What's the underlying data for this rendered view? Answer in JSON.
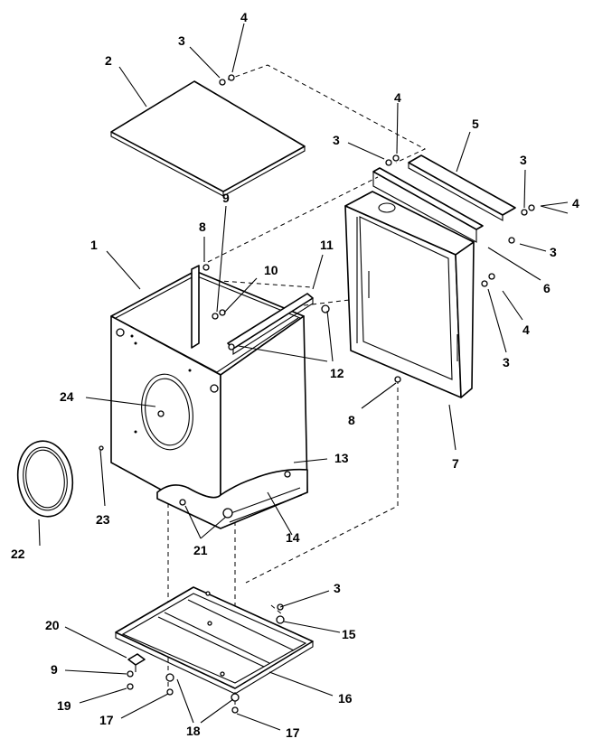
{
  "callouts": [
    {
      "id": "c1",
      "text": "1"
    },
    {
      "id": "c2",
      "text": "2"
    },
    {
      "id": "c3a",
      "text": "3"
    },
    {
      "id": "c3b",
      "text": "3"
    },
    {
      "id": "c3c",
      "text": "3"
    },
    {
      "id": "c3d",
      "text": "3"
    },
    {
      "id": "c3e",
      "text": "3"
    },
    {
      "id": "c3f",
      "text": "3"
    },
    {
      "id": "c4a",
      "text": "4"
    },
    {
      "id": "c4b",
      "text": "4"
    },
    {
      "id": "c4c",
      "text": "4"
    },
    {
      "id": "c4d",
      "text": "4"
    },
    {
      "id": "c5",
      "text": "5"
    },
    {
      "id": "c6",
      "text": "6"
    },
    {
      "id": "c7",
      "text": "7"
    },
    {
      "id": "c8a",
      "text": "8"
    },
    {
      "id": "c8b",
      "text": "8"
    },
    {
      "id": "c9a",
      "text": "9"
    },
    {
      "id": "c9b",
      "text": "9"
    },
    {
      "id": "c10",
      "text": "10"
    },
    {
      "id": "c11",
      "text": "11"
    },
    {
      "id": "c12",
      "text": "12"
    },
    {
      "id": "c13",
      "text": "13"
    },
    {
      "id": "c14",
      "text": "14"
    },
    {
      "id": "c15",
      "text": "15"
    },
    {
      "id": "c16",
      "text": "16"
    },
    {
      "id": "c17a",
      "text": "17"
    },
    {
      "id": "c17b",
      "text": "17"
    },
    {
      "id": "c18",
      "text": "18"
    },
    {
      "id": "c19",
      "text": "19"
    },
    {
      "id": "c20",
      "text": "20"
    },
    {
      "id": "c21",
      "text": "21"
    },
    {
      "id": "c22",
      "text": "22"
    },
    {
      "id": "c23",
      "text": "23"
    },
    {
      "id": "c24",
      "text": "24"
    }
  ]
}
